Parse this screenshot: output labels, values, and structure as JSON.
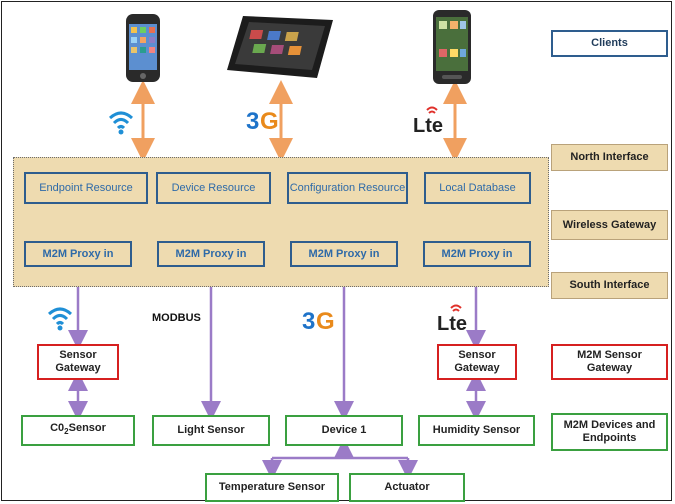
{
  "legend": {
    "clients": "Clients",
    "north": "North Interface",
    "wireless": "Wireless Gateway",
    "south": "South Interface",
    "m2m_sensor_gateway": "M2M Sensor Gateway",
    "m2m_devices": "M2M Devices and Endpoints"
  },
  "gateway": {
    "resources": [
      "Endpoint  Resource",
      "Device Resource",
      "Configuration Resource",
      "Local Database"
    ],
    "proxies": [
      "M2M Proxy  in",
      "M2M Proxy  in",
      "M2M Proxy  in",
      "M2M Proxy  in"
    ]
  },
  "labels": {
    "modbus": "MODBUS",
    "three_g": "3G",
    "lte": "Lte"
  },
  "sensor_gateway": "Sensor Gateway",
  "devices": {
    "co2_main": "C0",
    "co2_sub": "2",
    "co2_rest": "Sensor",
    "light": "Light Sensor",
    "device1": "Device 1",
    "humidity": "Humidity Sensor",
    "temperature": "Temperature Sensor",
    "actuator": "Actuator"
  },
  "colors": {
    "arrow_orange": "#f0a060",
    "arrow_purple": "#9b7bc7",
    "wifi_blue": "#1f8fd6",
    "lte_red": "#e0302a"
  }
}
